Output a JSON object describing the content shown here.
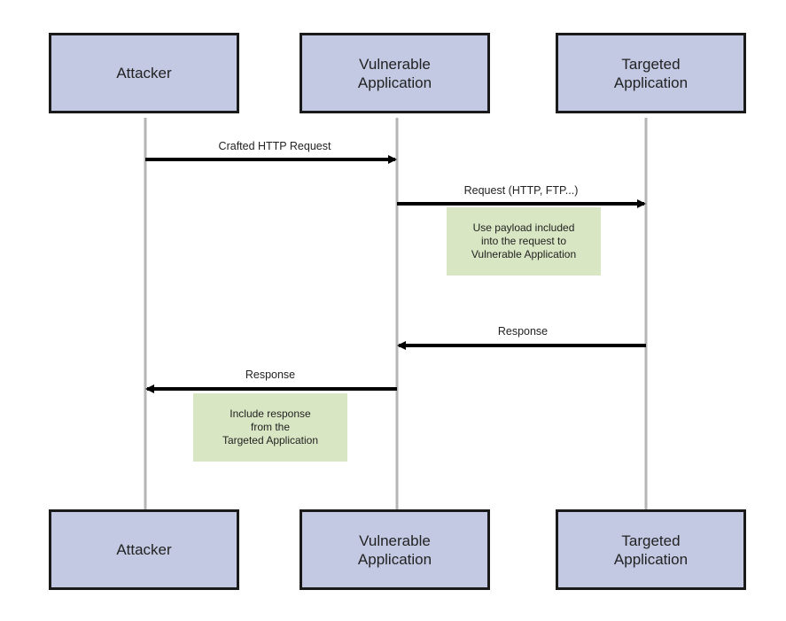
{
  "colors": {
    "actor_fill": "#c3c9e3",
    "actor_border": "#1a1a1a",
    "lifeline": "#b5b5b5",
    "arrow": "#000000",
    "note_fill": "#d9e6c3"
  },
  "actors": [
    {
      "id": "attacker",
      "label": "Attacker"
    },
    {
      "id": "vulnerable",
      "label": "Vulnerable\nApplication"
    },
    {
      "id": "targeted",
      "label": "Targeted\nApplication"
    }
  ],
  "messages": [
    {
      "from": "attacker",
      "to": "vulnerable",
      "label": "Crafted HTTP Request"
    },
    {
      "from": "vulnerable",
      "to": "targeted",
      "label": "Request (HTTP, FTP...)"
    },
    {
      "from": "targeted",
      "to": "vulnerable",
      "label": "Response"
    },
    {
      "from": "vulnerable",
      "to": "attacker",
      "label": "Response"
    }
  ],
  "notes": [
    {
      "text": "Use payload included\ninto the request to\nVulnerable Application"
    },
    {
      "text": "Include response\nfrom the\nTargeted Application"
    }
  ]
}
